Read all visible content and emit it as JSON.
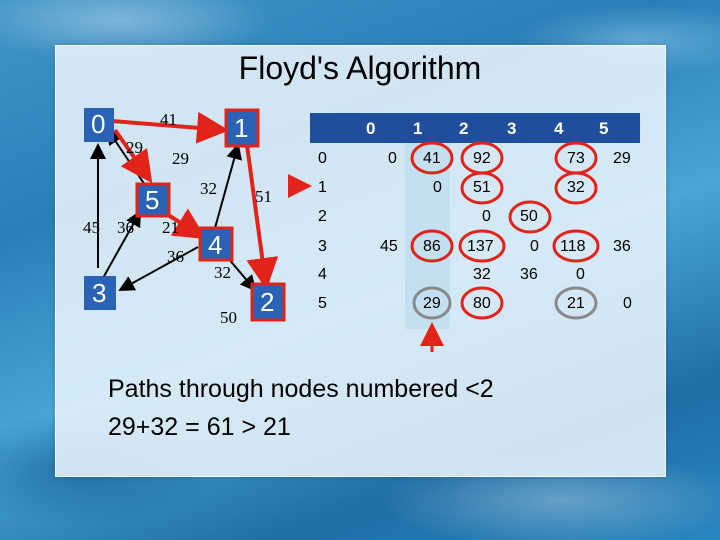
{
  "title": "Floyd's Algorithm",
  "graph": {
    "nodes": [
      {
        "id": "0",
        "label": "0"
      },
      {
        "id": "1",
        "label": "1"
      },
      {
        "id": "2",
        "label": "2"
      },
      {
        "id": "3",
        "label": "3"
      },
      {
        "id": "4",
        "label": "4"
      },
      {
        "id": "5",
        "label": "5"
      }
    ],
    "edge_weights": [
      "41",
      "29",
      "29",
      "32",
      "51",
      "45",
      "36",
      "21",
      "36",
      "32",
      "50"
    ]
  },
  "matrix": {
    "col_headers": [
      "0",
      "1",
      "2",
      "3",
      "4",
      "5"
    ],
    "row_headers": [
      "0",
      "1",
      "2",
      "3",
      "4",
      "5"
    ],
    "cells": {
      "r0": [
        "0",
        "41",
        "92",
        "",
        "73",
        "29"
      ],
      "r1": [
        "",
        "0",
        "51",
        "",
        "32",
        ""
      ],
      "r2": [
        "",
        "",
        "0",
        "50",
        "",
        ""
      ],
      "r3": [
        "45",
        "86",
        "137",
        "0",
        "118",
        "36"
      ],
      "r4": [
        "",
        "",
        "32",
        "36",
        "0",
        ""
      ],
      "r5": [
        "",
        "29",
        "80",
        "",
        "21",
        "0"
      ]
    }
  },
  "text": {
    "line1": "Paths through nodes numbered <2",
    "line2": "29+32 = 61 > 21"
  },
  "colors": {
    "node_fill": "#2a63b5",
    "highlight": "#e2231a",
    "header_bar": "#1f4e9c",
    "gray_circle": "#8a8a8a"
  }
}
